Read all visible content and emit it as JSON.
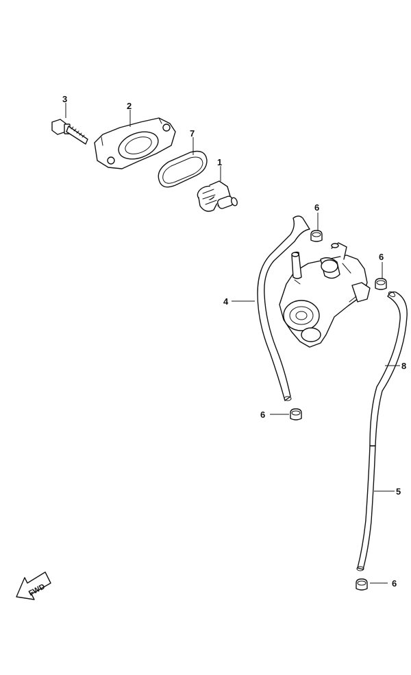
{
  "callouts": {
    "bolt": "3",
    "thermostat_cover": "2",
    "cover_gasket": "7",
    "thermostat": "1",
    "clip_top_left": "6",
    "clip_top_right": "6",
    "hose_left": "4",
    "hose_right_upper": "8",
    "clip_mid": "6",
    "hose_right_lower": "5",
    "clip_bottom": "6"
  },
  "direction_marker": {
    "label": "FWD",
    "icon": "forward-arrow-icon"
  }
}
